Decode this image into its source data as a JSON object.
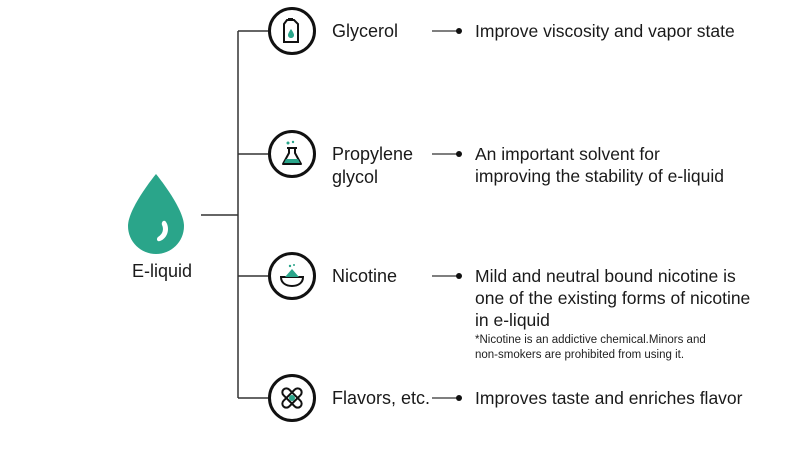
{
  "root": {
    "label": "E-liquid",
    "color": "#2aa58a"
  },
  "items": [
    {
      "label": "Glycerol",
      "icon": "bottle-icon",
      "description": "Improve viscosity and vapor state"
    },
    {
      "label_lines": [
        "Propylene",
        "glycol"
      ],
      "icon": "flask-icon",
      "description_lines": [
        "An important solvent for",
        "improving the stability of e-liquid"
      ]
    },
    {
      "label": "Nicotine",
      "icon": "bowl-icon",
      "description_lines": [
        "Mild and neutral bound nicotine is",
        "one of the existing forms of nicotine",
        "in e-liquid"
      ],
      "note_lines": [
        "*Nicotine is an addictive chemical.Minors and",
        "non-smokers are prohibited from using it."
      ]
    },
    {
      "label": "Flavors, etc.",
      "icon": "crossed-leaves-icon",
      "description": "Improves taste and enriches flavor"
    }
  ],
  "colors": {
    "accent": "#2aa58a",
    "line": "#222222"
  }
}
